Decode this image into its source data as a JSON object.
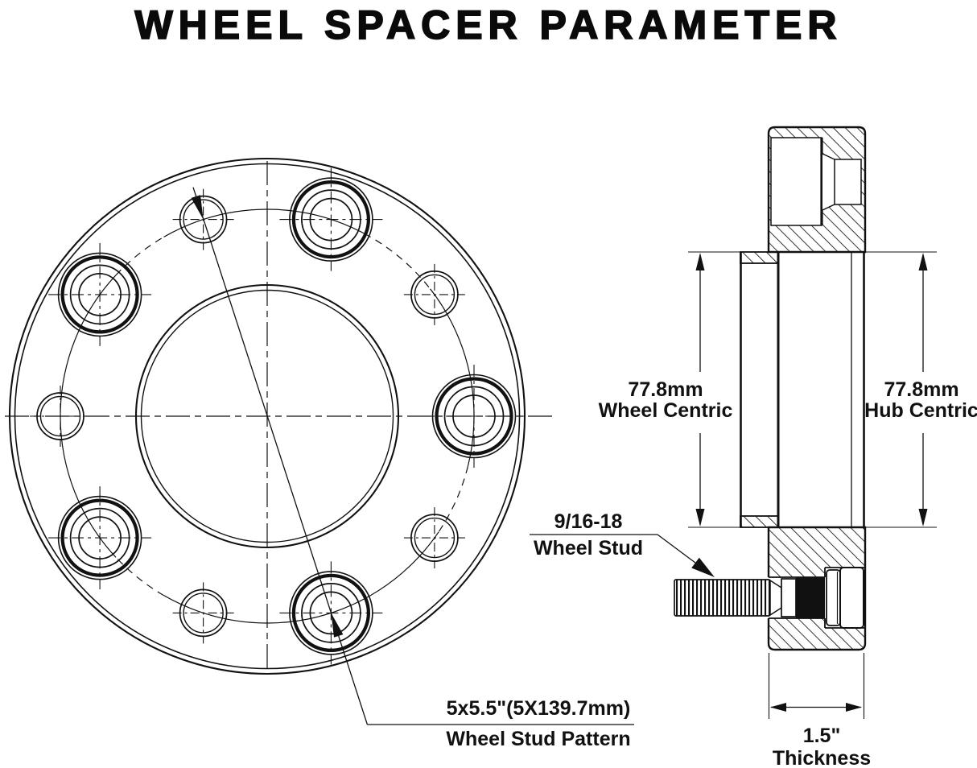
{
  "title": "WHEEL SPACER PARAMETER",
  "colors": {
    "line": "#111111",
    "background": "#ffffff",
    "text": "#111111"
  },
  "front_view": {
    "pattern_label": {
      "line1": "5x5.5\"(5X139.7mm)",
      "line2": "Wheel Stud Pattern"
    }
  },
  "side_view": {
    "wheel_centric_label": {
      "value": "77.8mm",
      "caption": "Wheel Centric"
    },
    "hub_centric_label": {
      "value": "77.8mm",
      "caption": "Hub Centric"
    },
    "stud_label": {
      "line1": "9/16-18",
      "line2": "Wheel Stud"
    },
    "thickness_label": {
      "value": "1.5\"",
      "caption": "Thickness"
    }
  }
}
